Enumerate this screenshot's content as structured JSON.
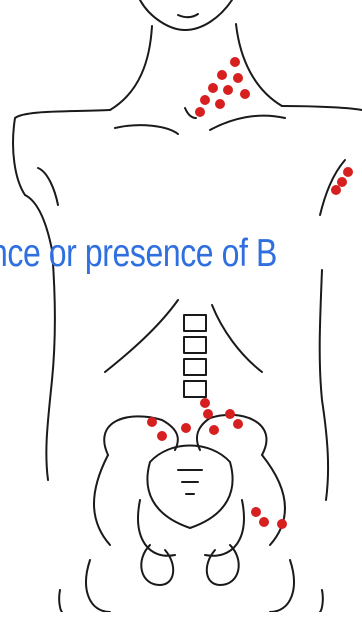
{
  "caption": "nce or presence of B",
  "colors": {
    "outline": "#1a1a1a",
    "lymph_node": "#d81f1f",
    "caption": "#2f6fe0",
    "background": "#ffffff"
  },
  "lymph_node_groups": [
    {
      "name": "cervical",
      "count": 9
    },
    {
      "name": "axillary",
      "count": 3
    },
    {
      "name": "para-aortic-iliac",
      "count": 8
    },
    {
      "name": "inguinal",
      "count": 3
    }
  ]
}
